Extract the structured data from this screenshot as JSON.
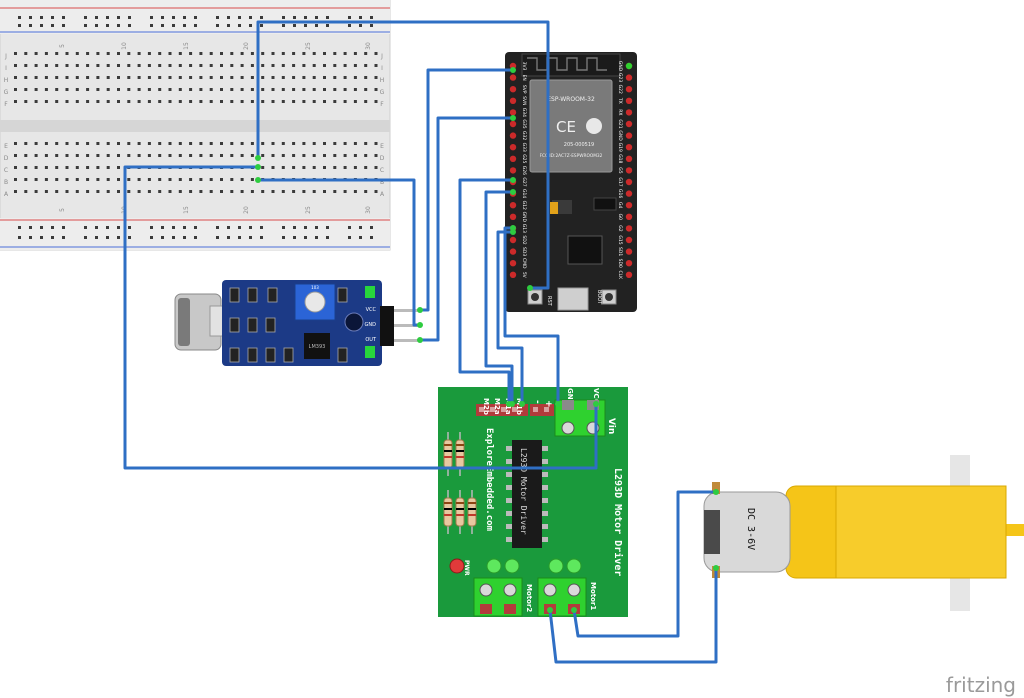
{
  "breadboard": {
    "col_labels": [
      "5",
      "10",
      "15",
      "20",
      "25",
      "30"
    ],
    "row_labels_top": [
      "J",
      "I",
      "H",
      "G",
      "F"
    ],
    "row_labels_bottom": [
      "E",
      "D",
      "C",
      "B",
      "A"
    ]
  },
  "esp32": {
    "module_label": "ESP-WROOM-32",
    "fcc_id": "FCC ID:2AC7Z-ESPWROOM32",
    "model_code": "205-000519",
    "button_left": "RST",
    "button_right": "BOOT",
    "left_pins": [
      "3V3",
      "EN",
      "SVP",
      "SVN",
      "G34",
      "G35",
      "G32",
      "G33",
      "G25",
      "G26",
      "G27",
      "G14",
      "G12",
      "GND",
      "G13",
      "SD2",
      "SD3",
      "CMD",
      "5V"
    ],
    "right_pins": [
      "GND",
      "G23",
      "G22",
      "TX",
      "RX",
      "G21",
      "GND",
      "G19",
      "G18",
      "G5",
      "G17",
      "G16",
      "G4",
      "G0",
      "G2",
      "G15",
      "SD1",
      "SD0",
      "CLK"
    ]
  },
  "sound_sensor": {
    "pin_vcc": "VCC",
    "pin_gnd": "GND",
    "pin_out": "OUT",
    "pot_code": "103",
    "chip_code": "LM393"
  },
  "motor_driver": {
    "title": "L293D Motor Driver",
    "website": "ExploreEmbedded.com",
    "chip_label": "L293D Motor Driver",
    "pin_m2b": "M2b",
    "pin_m2a": "M2a",
    "pin_m1a": "M1a",
    "pin_m1b": "M1b",
    "pin_minus": "-",
    "pin_plus": "+",
    "pin_gnd": "GND",
    "pin_vcc": "VCC",
    "vin_label": "Vin",
    "pwr_label": "PWR",
    "motor1_label": "Motor1",
    "motor2_label": "Motor2"
  },
  "dc_motor": {
    "label": "DC 3-6V"
  },
  "watermark": "fritzing",
  "colors": {
    "wire": "#2f6fc4",
    "wire_dark": "#1f4f98",
    "breadboard": "#e6e6e6",
    "breadboard_rail_red": "#d94c4c",
    "breadboard_rail_blue": "#4c6fd9",
    "esp32_board": "#222222",
    "esp32_pin": "#cc2a2a",
    "sensor_board": "#1c3a86",
    "driver_board": "#1a9a3c",
    "terminal_green": "#33cc33",
    "motor_yellow": "#f5c518",
    "motor_can": "#d9d9d9"
  }
}
